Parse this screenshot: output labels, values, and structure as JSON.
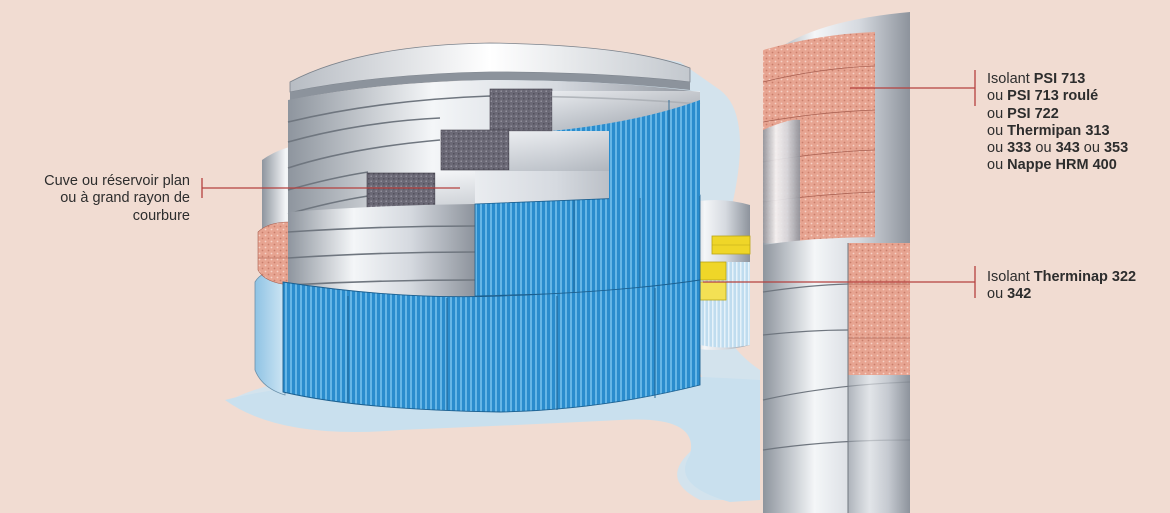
{
  "colors": {
    "background": "#f1dcd2",
    "leader_line": "#b5413f",
    "cladding_blue": "#2b8fd0",
    "insulation_pink": "#e8a593",
    "insulation_grey": "#6e6b78",
    "insulation_yellow": "#f0dc2a",
    "metal_silver": "#c8ccd2"
  },
  "callouts": {
    "left": {
      "lines": [
        "Cuve ou réservoir plan",
        "ou à grand rayon de",
        "courbure"
      ]
    },
    "right_top": {
      "l1_a": "Isolant ",
      "l1_b": "PSI 713",
      "l2_a": "ou ",
      "l2_b": "PSI 713 roulé",
      "l3_a": "ou ",
      "l3_b": "PSI 722",
      "l4_a": "ou ",
      "l4_b": "Thermipan 313",
      "l5_a": "ou ",
      "l5_b": "333",
      "l5_c": " ou ",
      "l5_d": "343",
      "l5_e": " ou ",
      "l5_f": "353",
      "l6_a": "ou ",
      "l6_b": "Nappe HRM 400"
    },
    "right_bottom": {
      "l1_a": "Isolant ",
      "l1_b": "Therminap 322",
      "l2_a": "ou ",
      "l2_b": "342"
    }
  }
}
